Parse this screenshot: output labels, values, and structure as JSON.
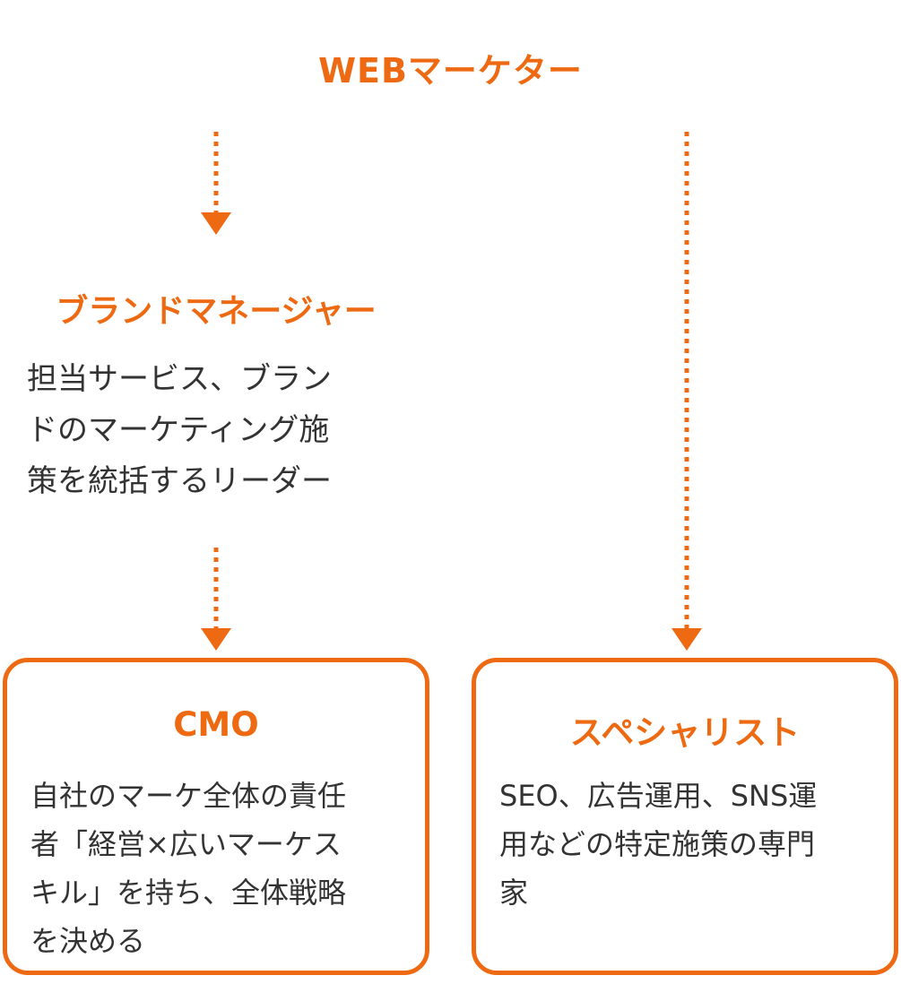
{
  "colors": {
    "accent": "#EE6A12",
    "text": "#333333"
  },
  "top": {
    "title": "WEBマーケター"
  },
  "brand_manager": {
    "title": "ブランドマネージャー",
    "desc_lines": [
      "担当サービス、ブラン",
      "ドのマーケティング施",
      "策を統括するリーダー"
    ]
  },
  "cmo": {
    "title": "CMO",
    "desc_lines": [
      "自社のマーケ全体の責任",
      "者「経営×広いマーケス",
      "キル」を持ち、全体戦略",
      "を決める"
    ]
  },
  "specialist": {
    "title": "スペシャリスト",
    "desc_lines": [
      "SEO、広告運用、SNS運",
      "用などの特定施策の専門",
      "家"
    ]
  }
}
